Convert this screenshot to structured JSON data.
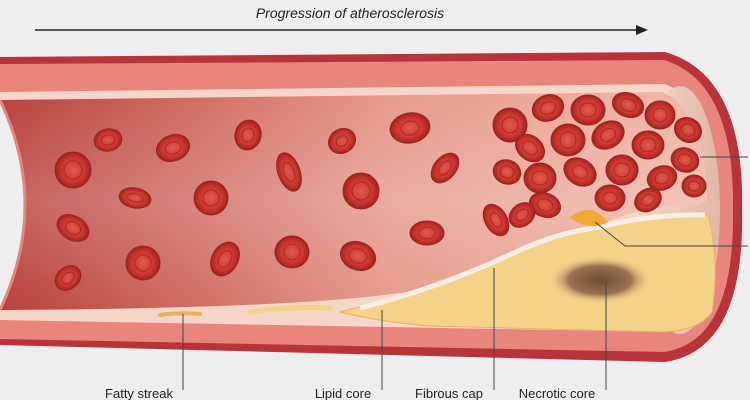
{
  "diagram": {
    "title": "Progression of atherosclerosis",
    "labels": {
      "fatty_streak": "Fatty streak",
      "lipid_core": "Lipid core",
      "fibrous_cap": "Fibrous cap",
      "necrotic_core": "Necrotic core"
    },
    "colors": {
      "background": "#eeeeee",
      "outer_wall": "#b8333a",
      "wall_band": "#e8857c",
      "lumen": "#d0665f",
      "plaque": "#f5d28a",
      "necrotic": "#8f6a48",
      "rbc": "#cc3a32"
    }
  }
}
